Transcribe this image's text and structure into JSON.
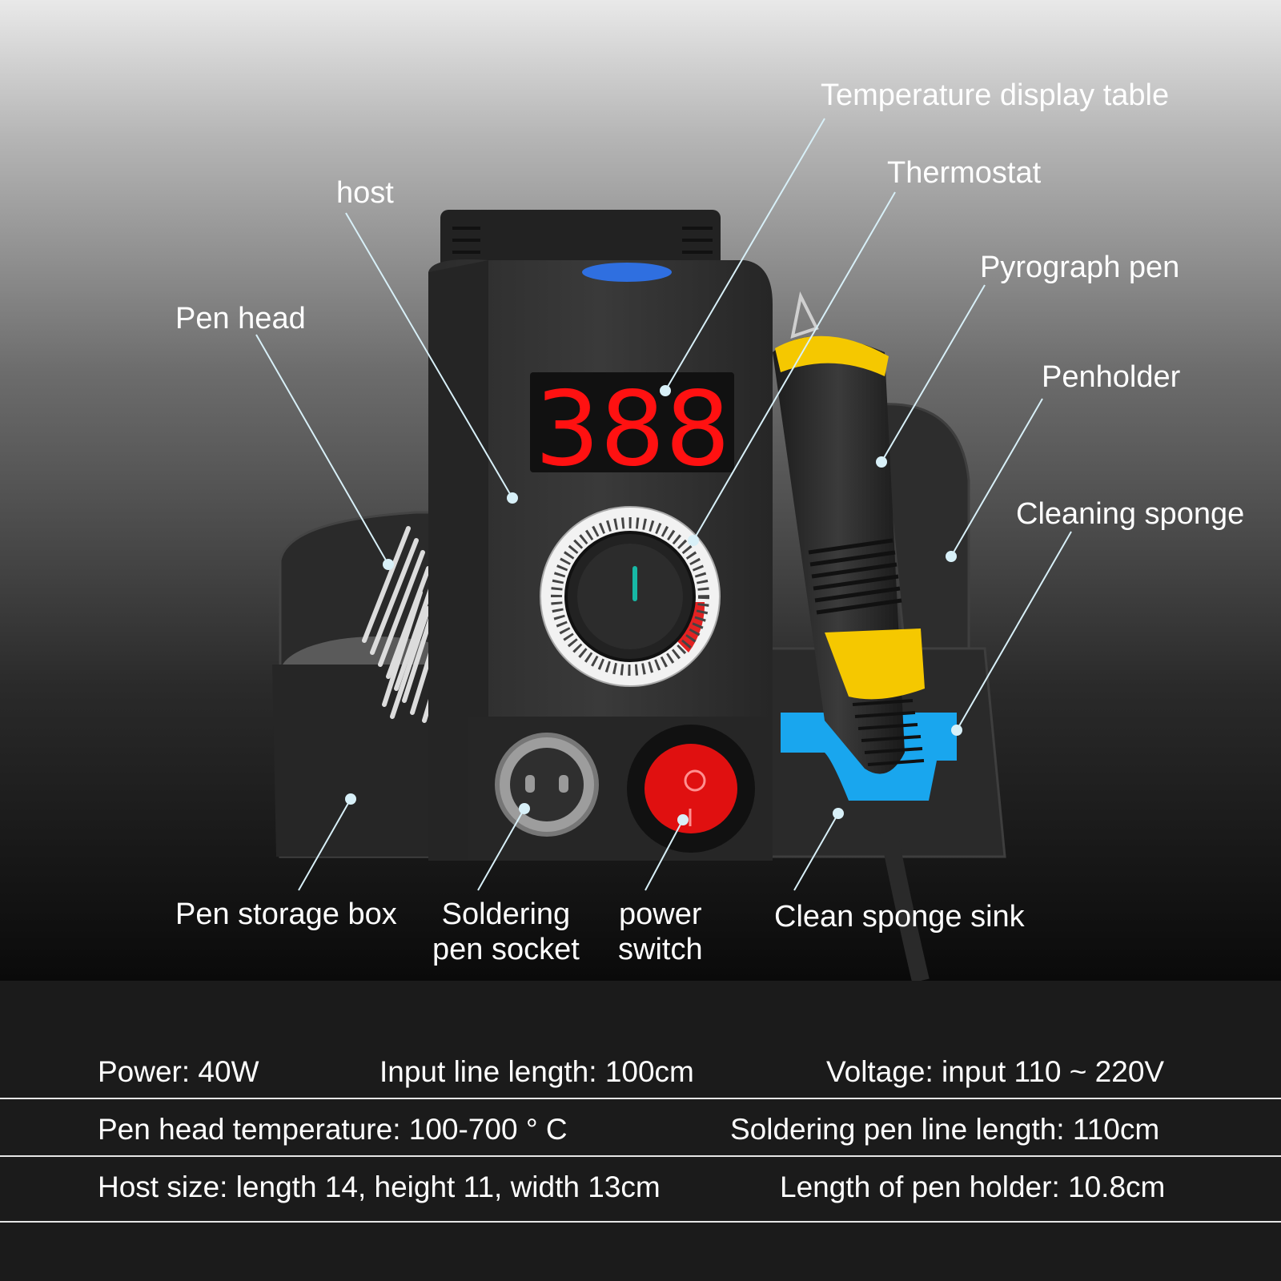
{
  "display": {
    "reading": "388"
  },
  "callouts": {
    "temperature_display_table": "Temperature display table",
    "thermostat": "Thermostat",
    "host": "host",
    "pyrograph_pen": "Pyrograph pen",
    "pen_head": "Pen head",
    "penholder": "Penholder",
    "cleaning_sponge": "Cleaning sponge",
    "pen_storage_box": "Pen storage box",
    "soldering_pen_socket": [
      "Soldering",
      "pen socket"
    ],
    "power_switch": [
      "power",
      "switch"
    ],
    "clean_sponge_sink": "Clean sponge sink"
  },
  "specs": {
    "power": "Power: 40W",
    "input_line_length": "Input line length: 100cm",
    "voltage": "Voltage: input 110 ~ 220V",
    "pen_head_temperature": "Pen head temperature: 100-700 ° C",
    "soldering_pen_line_length": "Soldering pen line length: 110cm",
    "host_size": "Host size: length 14, height 11, width 13cm",
    "pen_holder_length": "Length of pen holder: 10.8cm"
  },
  "colors": {
    "display_digits": "#ff1111",
    "accent_blue": "#2f6fe0",
    "pen_yellow": "#f5c800",
    "sponge_blue": "#19a6ee",
    "switch_red": "#e01010",
    "leader_line": "#d8f0f8"
  }
}
